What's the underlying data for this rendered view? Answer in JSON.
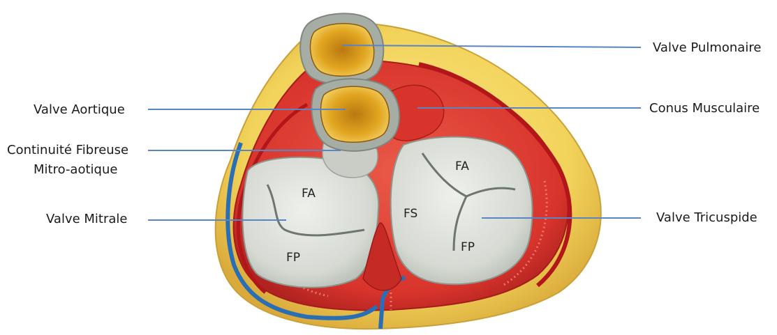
{
  "labels": {
    "pulmonary_valve": "Valve Pulmonaire",
    "aortic_valve": "Valve Aortique",
    "conus": "Conus Musculaire",
    "fibrous_line1": "Continuité Fibreuse",
    "fibrous_line2": "Mitro-aotique",
    "mitral_valve": "Valve Mitrale",
    "tricuspid_valve": "Valve Tricuspide"
  },
  "leaflets": {
    "mitral_anterior": "FA",
    "mitral_posterior": "FP",
    "tricuspid_anterior": "FA",
    "tricuspid_septal": "FS",
    "tricuspid_posterior": "FP"
  },
  "colors": {
    "fat": "#f2d35a",
    "fat_dark": "#d9a93a",
    "muscle": "#d8342c",
    "muscle_dark": "#a51d1a",
    "valve": "#dcdfd8",
    "valve_shadow": "#9aa39b",
    "artery": "#b3161a",
    "vein": "#2a6fb5",
    "callout_line": "#5b84c4",
    "outflow_gold": "#e2a621"
  }
}
